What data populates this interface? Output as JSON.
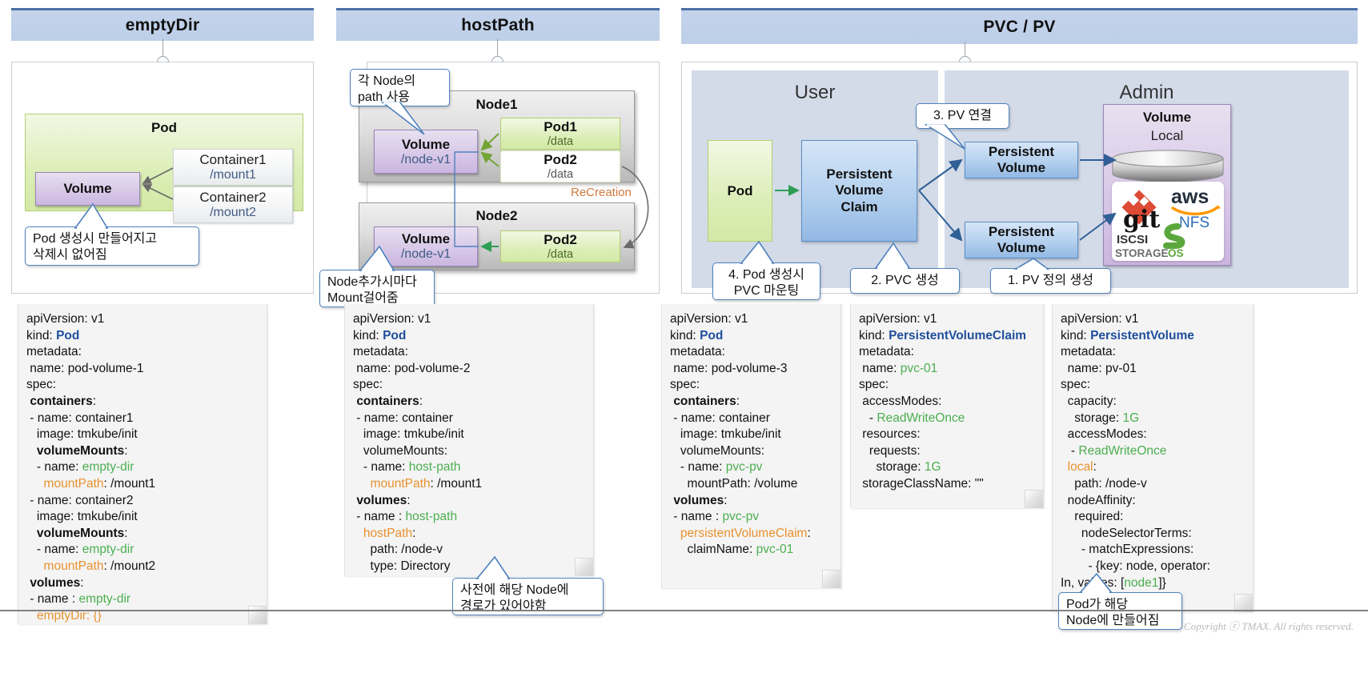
{
  "sections": [
    {
      "id": "emptydir",
      "title": "emptyDir"
    },
    {
      "id": "hostpath",
      "title": "hostPath"
    },
    {
      "id": "pvcpv",
      "title": "PVC / PV"
    }
  ],
  "emptyDir": {
    "pod_label": "Pod",
    "volume_label": "Volume",
    "containers": [
      {
        "name": "Container1",
        "mount": "/mount1"
      },
      {
        "name": "Container2",
        "mount": "/mount2"
      }
    ],
    "callout": "Pod 생성시 만들어지고\n삭제시 없어짐"
  },
  "hostPath": {
    "callout_top": "각 Node의\npath 사용",
    "callout_bottom": "Node추가시마다\nMount걸어줌",
    "recreation_label": "ReCreation",
    "nodes": [
      {
        "title": "Node1",
        "volume_label": "Volume",
        "volume_path": "/node-v1",
        "pods": [
          {
            "name": "Pod1",
            "path": "/data"
          },
          {
            "name": "Pod2",
            "path": "/data"
          }
        ]
      },
      {
        "title": "Node2",
        "volume_label": "Volume",
        "volume_path": "/node-v1",
        "pods": [
          {
            "name": "Pod2",
            "path": "/data"
          }
        ]
      }
    ]
  },
  "pvcpv": {
    "user_zone": "User",
    "admin_zone": "Admin",
    "pod_label": "Pod",
    "pvc_label": "Persistent\nVolume\nClaim",
    "pv_labels": [
      "Persistent\nVolume",
      "Persistent\nVolume"
    ],
    "volume_title": "Volume",
    "volume_subtitle": "Local",
    "provider_logos": [
      "git",
      "aws",
      "NFS",
      "ISCSI",
      "STORAGEOS"
    ],
    "callouts": [
      {
        "id": "step3",
        "text": "3. PV 연결"
      },
      {
        "id": "step4",
        "text": "4. Pod 생성시\nPVC 마운팅"
      },
      {
        "id": "step2",
        "text": "2. PVC 생성"
      },
      {
        "id": "step1",
        "text": "1. PV 정의 생성"
      }
    ]
  },
  "yaml_notes": [
    {
      "id": "pod-volume-1",
      "lines": [
        [
          {
            "t": "apiVersion: v1"
          }
        ],
        [
          {
            "t": "kind: "
          },
          {
            "t": "Pod",
            "c": "kind"
          }
        ],
        [
          {
            "t": "metadata:"
          }
        ],
        [
          {
            "t": " name: pod-volume-1"
          }
        ],
        [
          {
            "t": "spec:"
          }
        ],
        [
          {
            "t": " "
          },
          {
            "t": "containers",
            "c": "b"
          },
          {
            "t": ":"
          }
        ],
        [
          {
            "t": " - name: container1"
          }
        ],
        [
          {
            "t": "   image: tmkube/init"
          }
        ],
        [
          {
            "t": "   "
          },
          {
            "t": "volumeMounts",
            "c": "b"
          },
          {
            "t": ":"
          }
        ],
        [
          {
            "t": "   - name: "
          },
          {
            "t": "empty-dir",
            "c": "g"
          }
        ],
        [
          {
            "t": "     "
          },
          {
            "t": "mountPath",
            "c": "o"
          },
          {
            "t": ": /mount1"
          }
        ],
        [
          {
            "t": " - name: container2"
          }
        ],
        [
          {
            "t": "   image: tmkube/init"
          }
        ],
        [
          {
            "t": "   "
          },
          {
            "t": "volumeMounts",
            "c": "b"
          },
          {
            "t": ":"
          }
        ],
        [
          {
            "t": "   - name: "
          },
          {
            "t": "empty-dir",
            "c": "g"
          }
        ],
        [
          {
            "t": "     "
          },
          {
            "t": "mountPath",
            "c": "o"
          },
          {
            "t": ": /mount2"
          }
        ],
        [
          {
            "t": " "
          },
          {
            "t": "volumes",
            "c": "b"
          },
          {
            "t": ":"
          }
        ],
        [
          {
            "t": " - name : "
          },
          {
            "t": "empty-dir",
            "c": "g"
          }
        ],
        [
          {
            "t": "   "
          },
          {
            "t": "emptyDir: {}",
            "c": "o"
          }
        ]
      ]
    },
    {
      "id": "pod-volume-2",
      "lines": [
        [
          {
            "t": "apiVersion: v1"
          }
        ],
        [
          {
            "t": "kind: "
          },
          {
            "t": "Pod",
            "c": "kind"
          }
        ],
        [
          {
            "t": "metadata:"
          }
        ],
        [
          {
            "t": " name: pod-volume-2"
          }
        ],
        [
          {
            "t": "spec:"
          }
        ],
        [
          {
            "t": " "
          },
          {
            "t": "containers",
            "c": "b"
          },
          {
            "t": ":"
          }
        ],
        [
          {
            "t": " - name: container"
          }
        ],
        [
          {
            "t": "   image: tmkube/init"
          }
        ],
        [
          {
            "t": "   volumeMounts:"
          }
        ],
        [
          {
            "t": "   - name: "
          },
          {
            "t": "host-path",
            "c": "g"
          }
        ],
        [
          {
            "t": "     "
          },
          {
            "t": "mountPath",
            "c": "o"
          },
          {
            "t": ": /mount1"
          }
        ],
        [
          {
            "t": " "
          },
          {
            "t": "volumes",
            "c": "b"
          },
          {
            "t": ":"
          }
        ],
        [
          {
            "t": " - name : "
          },
          {
            "t": "host-path",
            "c": "g"
          }
        ],
        [
          {
            "t": "   "
          },
          {
            "t": "hostPath",
            "c": "o"
          },
          {
            "t": ":"
          }
        ],
        [
          {
            "t": "     path: /node-v"
          }
        ],
        [
          {
            "t": "     type: Directory"
          }
        ]
      ]
    },
    {
      "id": "pod-volume-3",
      "lines": [
        [
          {
            "t": "apiVersion: v1"
          }
        ],
        [
          {
            "t": "kind: "
          },
          {
            "t": "Pod",
            "c": "kind"
          }
        ],
        [
          {
            "t": "metadata:"
          }
        ],
        [
          {
            "t": " name: pod-volume-3"
          }
        ],
        [
          {
            "t": "spec:"
          }
        ],
        [
          {
            "t": " "
          },
          {
            "t": "containers",
            "c": "b"
          },
          {
            "t": ":"
          }
        ],
        [
          {
            "t": " - name: container"
          }
        ],
        [
          {
            "t": "   image: tmkube/init"
          }
        ],
        [
          {
            "t": "   volumeMounts:"
          }
        ],
        [
          {
            "t": "   - name: "
          },
          {
            "t": "pvc-pv",
            "c": "g"
          }
        ],
        [
          {
            "t": "     mountPath: /volume"
          }
        ],
        [
          {
            "t": " "
          },
          {
            "t": "volumes",
            "c": "b"
          },
          {
            "t": ":"
          }
        ],
        [
          {
            "t": " - name : "
          },
          {
            "t": "pvc-pv",
            "c": "g"
          }
        ],
        [
          {
            "t": "   "
          },
          {
            "t": "persistentVolumeClaim",
            "c": "o"
          },
          {
            "t": ":"
          }
        ],
        [
          {
            "t": "     claimName: "
          },
          {
            "t": "pvc-01",
            "c": "g"
          }
        ]
      ]
    },
    {
      "id": "pvc-01",
      "lines": [
        [
          {
            "t": "apiVersion: v1"
          }
        ],
        [
          {
            "t": "kind: "
          },
          {
            "t": "PersistentVolumeClaim",
            "c": "kind"
          }
        ],
        [
          {
            "t": "metadata:"
          }
        ],
        [
          {
            "t": " name: "
          },
          {
            "t": "pvc-01",
            "c": "g"
          }
        ],
        [
          {
            "t": "spec:"
          }
        ],
        [
          {
            "t": " accessModes:"
          }
        ],
        [
          {
            "t": "   - "
          },
          {
            "t": "ReadWriteOnce",
            "c": "g"
          }
        ],
        [
          {
            "t": " resources:"
          }
        ],
        [
          {
            "t": "   requests:"
          }
        ],
        [
          {
            "t": "     storage: "
          },
          {
            "t": "1G",
            "c": "g"
          }
        ],
        [
          {
            "t": " storageClassName: \"\""
          }
        ]
      ]
    },
    {
      "id": "pv-01",
      "lines": [
        [
          {
            "t": "apiVersion: v1"
          }
        ],
        [
          {
            "t": "kind: "
          },
          {
            "t": "PersistentVolume",
            "c": "kind"
          }
        ],
        [
          {
            "t": "metadata:"
          }
        ],
        [
          {
            "t": "  name: pv-01"
          }
        ],
        [
          {
            "t": "spec:"
          }
        ],
        [
          {
            "t": "  capacity:"
          }
        ],
        [
          {
            "t": "    storage: "
          },
          {
            "t": "1G",
            "c": "g"
          }
        ],
        [
          {
            "t": "  accessModes:"
          }
        ],
        [
          {
            "t": "   - "
          },
          {
            "t": "ReadWriteOnce",
            "c": "g"
          }
        ],
        [
          {
            "t": "  "
          },
          {
            "t": "local",
            "c": "o"
          },
          {
            "t": ":"
          }
        ],
        [
          {
            "t": "    path: /node-v"
          }
        ],
        [
          {
            "t": "  nodeAffinity:"
          }
        ],
        [
          {
            "t": "    required:"
          }
        ],
        [
          {
            "t": "      nodeSelectorTerms:"
          }
        ],
        [
          {
            "t": "      - matchExpressions:"
          }
        ],
        [
          {
            "t": "        - {key: node, operator:"
          }
        ],
        [
          {
            "t": "In, values: ["
          },
          {
            "t": "node1",
            "c": "g"
          },
          {
            "t": "]}"
          }
        ]
      ]
    }
  ],
  "pv_callout": "Pod가 해당\nNode에 만들어짐",
  "hostpath_callout_bottom2": "사전에 해당 Node에\n경로가 있어야함",
  "copyright": "Copyright ⓒ TMAX. All rights reserved.",
  "colors": {
    "header_blue": "#bdcfe8",
    "header_top_rule": "#4a6fa5",
    "pod_green": "#d3e9a6",
    "volume_purple": "#cbb6e0",
    "pvc_blue": "#93b9e4",
    "zone_gray": "#d3dbe9",
    "callout_border": "#4f81bd",
    "accent_orange": "#e8912d",
    "accent_green": "#4caf50",
    "kind_blue": "#1f4e9c"
  }
}
